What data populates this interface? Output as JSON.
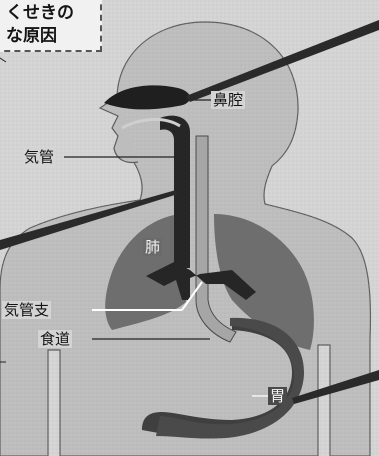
{
  "caption": {
    "line1": "くせきの",
    "line2": "な原因"
  },
  "labels": {
    "nasal_cavity": "鼻腔",
    "trachea": "気管",
    "lung": "肺",
    "bronchi": "気管支",
    "esophagus": "食道",
    "stomach": "胃"
  }
}
